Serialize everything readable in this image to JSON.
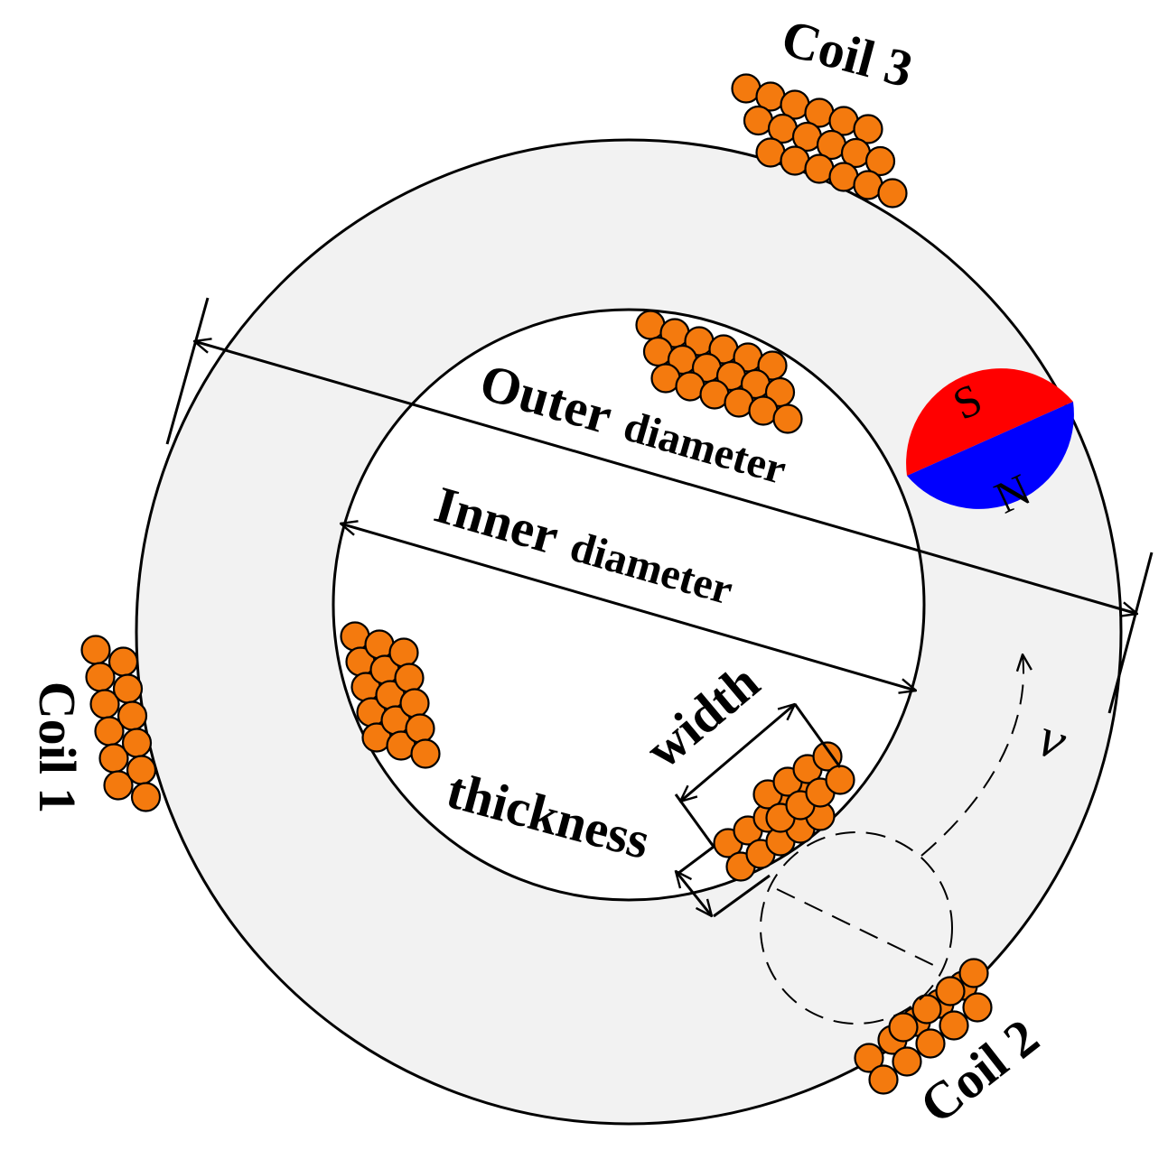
{
  "labels": {
    "coil1": "Coil 1",
    "coil2": "Coil 2",
    "coil3": "Coil 3",
    "outer_word1": "Outer",
    "outer_word2": "diameter",
    "inner_word1": "Inner",
    "inner_word2": "diameter",
    "width": "width",
    "thickness": "thickness",
    "velocity": "v"
  },
  "magnet": {
    "south": "S",
    "north": "N",
    "south_color": "#ff0000",
    "north_color": "#0000ff"
  },
  "colors": {
    "ring_fill": "#f2f2f2",
    "wire_fill": "#f47a0e",
    "outline": "#000000"
  }
}
